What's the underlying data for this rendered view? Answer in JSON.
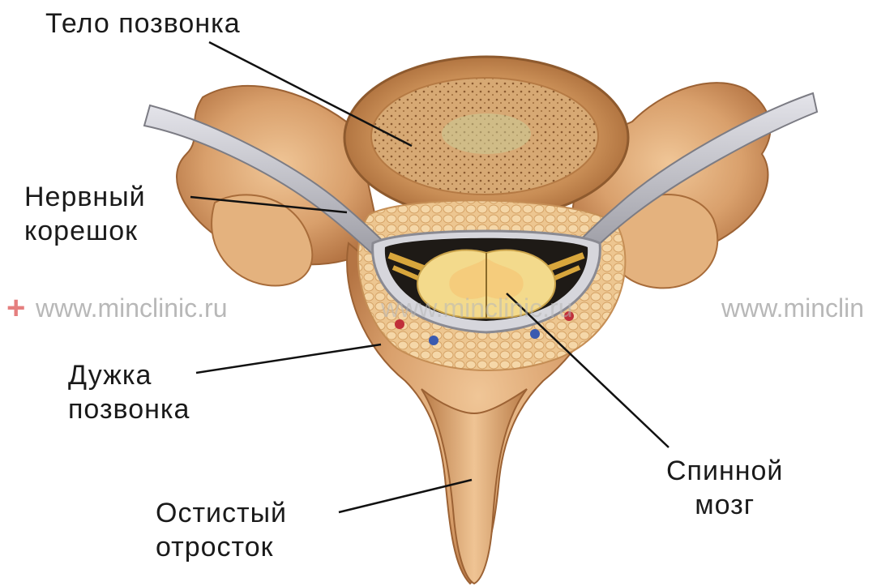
{
  "labels": {
    "vertebral_body": "Тело позвонка",
    "nerve_root_line1": "Нервный",
    "nerve_root_line2": "корешок",
    "vertebral_arch_line1": "Дужка",
    "vertebral_arch_line2": "позвонка",
    "spinous_process_line1": "Остистый",
    "spinous_process_line2": "отросток",
    "spinal_cord_line1": "Спинной",
    "spinal_cord_line2": "мозг"
  },
  "watermark": {
    "left": "www.minclinic.ru",
    "center": "www.minclinic.ru",
    "right": "www.minclin"
  },
  "colors": {
    "bone": "#d79e6c",
    "bone_dark": "#a8683a",
    "bone_light": "#efc497",
    "nerve": "#b9b9bf",
    "spinal_cord": "#f2d98a",
    "fat": "#efc895",
    "background": "#ffffff"
  }
}
